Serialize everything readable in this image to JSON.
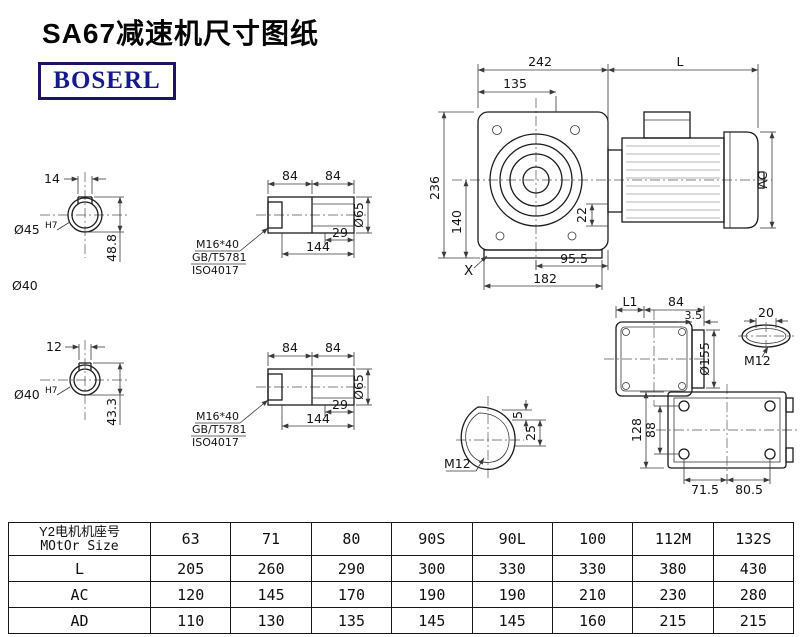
{
  "header": {
    "title": "SA67减速机尺寸图纸",
    "logo": "BOSERL"
  },
  "drawing": {
    "shaft_end_1": {
      "keyway_width": "14",
      "dia": "Ø45",
      "dia_tol": "H7",
      "depth": "48.8"
    },
    "shaft_label": "Ø40",
    "shaft_end_2": {
      "keyway_width": "12",
      "dia": "Ø40",
      "dia_tol": "H7",
      "depth": "43.3"
    },
    "shaft_detail_1": {
      "seg_a": "84",
      "seg_b": "84",
      "bore_len": "29",
      "total_len": "144",
      "dia": "Ø65",
      "bolt": "M16*40",
      "std_gb": "GB/T5781",
      "std_iso": "ISO4017"
    },
    "shaft_detail_2": {
      "seg_a": "84",
      "seg_b": "84",
      "bore_len": "29",
      "total_len": "144",
      "dia": "Ø65",
      "bolt": "M16*40",
      "std_gb": "GB/T5781",
      "std_iso": "ISO4017"
    },
    "main_view": {
      "overall_width": "242",
      "flange_dist": "135",
      "motor_len": "L",
      "overall_height": "236",
      "axis_to_base": "140",
      "shoulder": "22",
      "motor_dia": "AC",
      "base_offset": "95.5",
      "base_width": "182",
      "detail_ref": "X"
    },
    "side_view": {
      "dim_l1": "L1",
      "dim_84": "84",
      "flange_thk": "3.5",
      "slot_width": "20",
      "flange_dia": "Ø155",
      "thread": "M12"
    },
    "detail_x": {
      "dim_5": "5",
      "dim_25": "25",
      "thread": "M12"
    },
    "bottom_view": {
      "width_128": "128",
      "width_88": "88",
      "off_71_5": "71.5",
      "off_80_5": "80.5"
    }
  },
  "table": {
    "header": {
      "label_cn": "Y2电机机座号",
      "label_en": "MOtOr Size",
      "sizes": [
        "63",
        "71",
        "80",
        "90S",
        "90L",
        "100",
        "112M",
        "132S"
      ]
    },
    "rows": [
      {
        "label": "L",
        "values": [
          "205",
          "260",
          "290",
          "300",
          "330",
          "330",
          "380",
          "430"
        ]
      },
      {
        "label": "AC",
        "values": [
          "120",
          "145",
          "170",
          "190",
          "190",
          "210",
          "230",
          "280"
        ]
      },
      {
        "label": "AD",
        "values": [
          "110",
          "130",
          "135",
          "145",
          "145",
          "160",
          "215",
          "215"
        ]
      }
    ]
  }
}
